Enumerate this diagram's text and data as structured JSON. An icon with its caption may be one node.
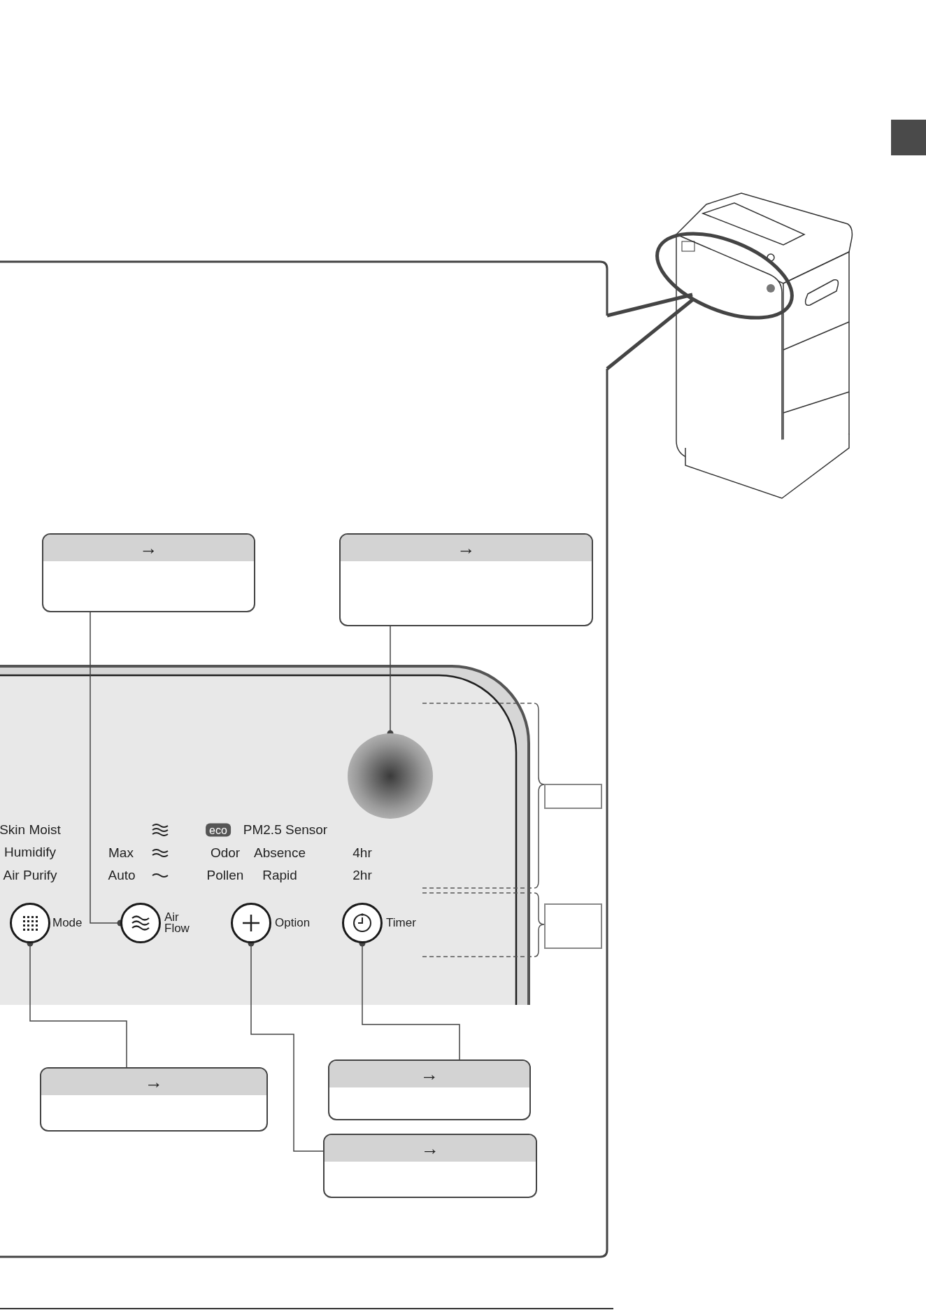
{
  "diagram": {
    "nodes": [
      {
        "text": [
          "→"
        ]
      },
      {
        "text": [
          "→"
        ]
      },
      {
        "text": [],
        "shape": "circle"
      },
      {
        "text": [],
        "shape": "box"
      },
      {
        "text": [],
        "shape": "circle",
        "beside": [
          "Mode"
        ]
      },
      {
        "text": [],
        "shape": "circle",
        "beside": [
          "Air Flow"
        ]
      },
      {
        "text": [],
        "shape": "circle",
        "beside": [
          "Option"
        ]
      },
      {
        "text": [],
        "shape": "circle",
        "beside": [
          "Timer"
        ]
      },
      {
        "text": [],
        "shape": "box"
      },
      {
        "text": [
          "→"
        ]
      },
      {
        "text": [
          "→"
        ]
      },
      {
        "text": [
          "→"
        ]
      }
    ],
    "edges": [
      {
        "from": 0,
        "to": 5,
        "arrow": "other"
      },
      {
        "from": 1,
        "to": 2,
        "arrow": "other"
      },
      {
        "from": 9,
        "to": 4,
        "arrow": "other"
      },
      {
        "from": 10,
        "to": 7,
        "arrow": "other"
      },
      {
        "from": 11,
        "to": 6,
        "arrow": "other"
      }
    ],
    "labels": [
      "Skin Moist",
      "eco",
      "PM2.5 Sensor",
      "Humidify",
      "Max",
      "Odor",
      "Absence",
      "4hr",
      "Air Purify",
      "Auto",
      "Pollen",
      "Rapid",
      "2hr"
    ]
  }
}
